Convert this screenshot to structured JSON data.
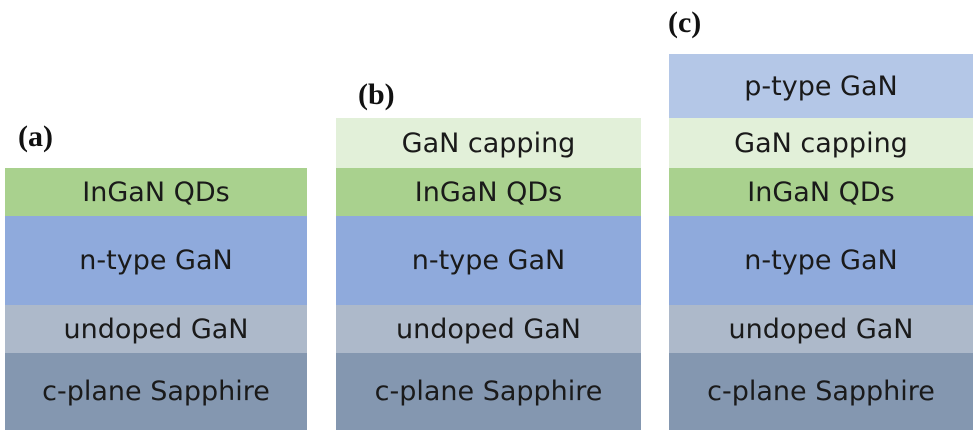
{
  "panels": [
    {
      "label": "(a)",
      "layers": [
        {
          "text": "InGaN QDs",
          "role": "qds"
        },
        {
          "text": "n-type GaN",
          "role": "ntype"
        },
        {
          "text": "undoped GaN",
          "role": "undop"
        },
        {
          "text": "c-plane Sapphire",
          "role": "sapph"
        }
      ]
    },
    {
      "label": "(b)",
      "layers": [
        {
          "text": "GaN capping",
          "role": "cap"
        },
        {
          "text": "InGaN QDs",
          "role": "qds"
        },
        {
          "text": "n-type GaN",
          "role": "ntype"
        },
        {
          "text": "undoped GaN",
          "role": "undop"
        },
        {
          "text": "c-plane Sapphire",
          "role": "sapph"
        }
      ]
    },
    {
      "label": "(c)",
      "layers": [
        {
          "text": "p-type GaN",
          "role": "ptype"
        },
        {
          "text": "GaN capping",
          "role": "cap"
        },
        {
          "text": "InGaN QDs",
          "role": "qds"
        },
        {
          "text": "n-type GaN",
          "role": "ntype"
        },
        {
          "text": "undoped GaN",
          "role": "undop"
        },
        {
          "text": "c-plane Sapphire",
          "role": "sapph"
        }
      ]
    }
  ],
  "colors": {
    "ptype": "#b4c7e7",
    "cap": "#e2f0d9",
    "qds": "#a9d18e",
    "ntype": "#8faadc",
    "undop": "#adb9ca",
    "sapph": "#8497b0"
  }
}
